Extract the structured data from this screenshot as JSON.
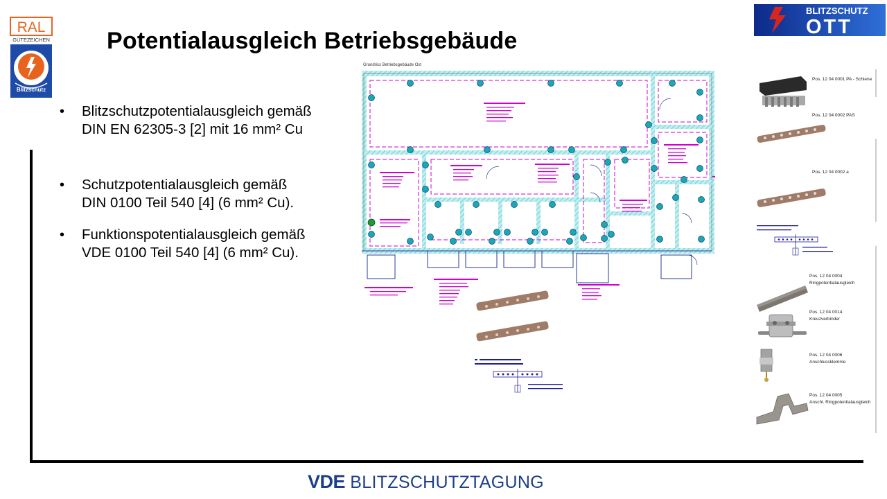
{
  "slide": {
    "title": "Potentialausgleich Betriebsgebäude",
    "bullets": [
      {
        "line1": "Blitzschutzpotentialausgleich gemäß",
        "line2": "DIN EN 62305-3 [2] mit 16 mm² Cu"
      },
      {
        "line1": "Schutzpotentialausgleich gemäß",
        "line2": "DIN 0100 Teil 540 [4] (6 mm² Cu)."
      },
      {
        "line1": "Funktionspotentialausgleich gemäß",
        "line2": "VDE 0100 Teil 540 [4] (6 mm² Cu)."
      }
    ]
  },
  "logos": {
    "ral": {
      "top": "RAL",
      "sub": "GÜTEZEICHEN",
      "badge": "Blitzschutz"
    },
    "ott": {
      "top": "BLITZSCHUTZ",
      "name": "OTT"
    }
  },
  "plan": {
    "caption": "Grundriss Betriebsgebäude Ost"
  },
  "parts": [
    {
      "pos": "Pos. 12 04 0001 PA - Schiene"
    },
    {
      "pos": "Pos. 12 04 0002 PAS"
    },
    {
      "pos": "Pos. 12 04 0002 a"
    },
    {
      "pos": "Pos. 12 04 0004",
      "desc": "Ringpotentialausgleich"
    },
    {
      "pos": "Pos. 12 04 0014",
      "desc": "Kreuzverbinder"
    },
    {
      "pos": "Pos. 12 04 0006",
      "desc": "Anschlussklemme"
    },
    {
      "pos": "Pos. 12 04 0005",
      "desc": "Anschl. Ringpotentialausgleich"
    }
  ],
  "footer": {
    "brand": "VDE",
    "event": " BLITZSCHUTZTAGUNG"
  },
  "colors": {
    "accent": "#1d3f8a",
    "ott_red": "#d9261c",
    "ral_orange": "#e8641e",
    "magenta": "#d000d0",
    "teal": "#19a9b5"
  }
}
